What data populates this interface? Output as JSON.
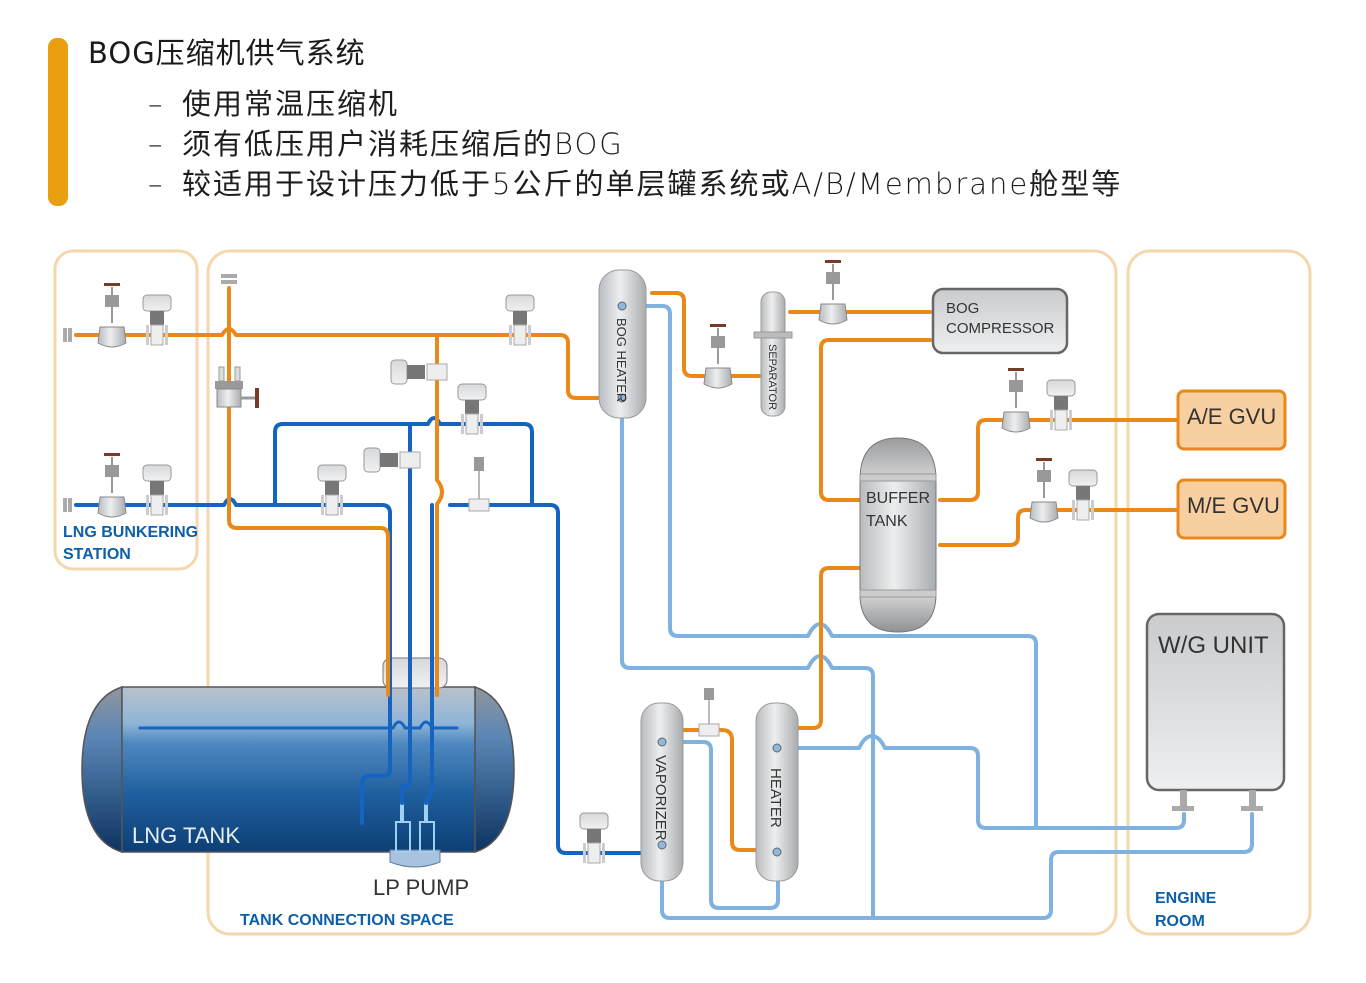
{
  "slide": {
    "title": "BOG压缩机供气系统",
    "bullets": [
      "使用常温压缩机",
      "须有低压用户消耗压缩后的BOG",
      "较适用于设计压力低于5公斤的单层罐系统或A/B/Membrane舱型等"
    ],
    "bullet_marker": "–"
  },
  "diagram": {
    "zones": {
      "bunkering_line1": "LNG BUNKERING",
      "bunkering_line2": "STATION",
      "tank_connection": "TANK CONNECTION SPACE",
      "engine_line1": "ENGINE",
      "engine_line2": "ROOM"
    },
    "equipment": {
      "lng_tank": "LNG TANK",
      "lp_pump": "LP PUMP",
      "bog_heater": "BOG HEATER",
      "separator": "SEPARATOR",
      "bog_compressor_line1": "BOG",
      "bog_compressor_line2": "COMPRESSOR",
      "buffer_tank_line1": "BUFFER",
      "buffer_tank_line2": "TANK",
      "ae_gvu": "A/E GVU",
      "me_gvu": "M/E GVU",
      "wg_unit": "W/G UNIT",
      "vaporizer": "VAPORIZER",
      "heater": "HEATER"
    },
    "colors": {
      "gas_line": "#e8891a",
      "lng_line": "#1565c0",
      "water_glycol_line": "#7fb2de",
      "zone_border": "#f5d7ae",
      "gvu_fill": "#f8cfa0",
      "accent": "#eaa00e",
      "zone_label": "#0c5fa8"
    }
  }
}
